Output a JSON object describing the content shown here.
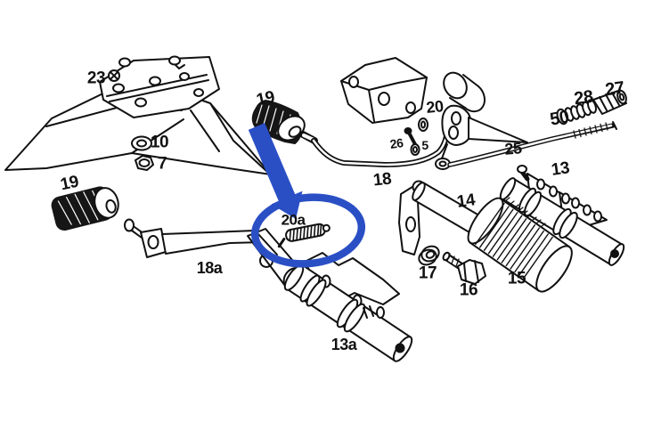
{
  "diagram": {
    "background_color": "#ffffff",
    "line_color": "#111111",
    "highlight_color": "#2a4fc5",
    "highlighted_part": "20a",
    "labels": {
      "l23": "23",
      "l10": "10",
      "l7": "7",
      "l19_left": "19",
      "l19_top": "19",
      "l20": "20",
      "l26": "26",
      "l5": "5",
      "l18": "18",
      "l25": "25",
      "l27": "27",
      "l28": "28",
      "l50": "50",
      "l13": "13",
      "l14": "14",
      "l17": "17",
      "l16": "16",
      "l15": "15",
      "l18a": "18a",
      "l20a": "20a",
      "l13a": "13a"
    }
  }
}
